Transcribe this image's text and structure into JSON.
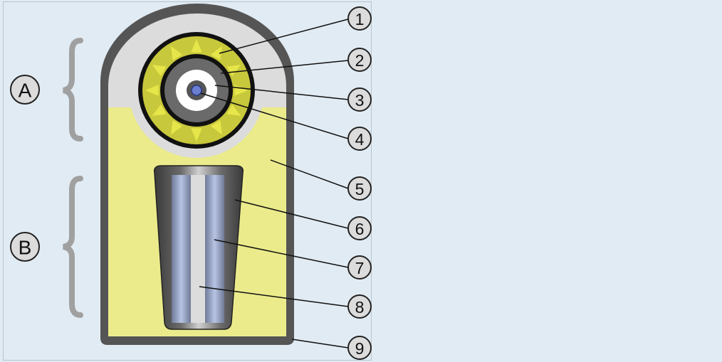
{
  "diagram": {
    "group_labels": [
      "A",
      "B"
    ],
    "callouts": [
      "1",
      "2",
      "3",
      "4",
      "5",
      "6",
      "7",
      "8",
      "9"
    ],
    "colors": {
      "background": "#e1ebf3",
      "casing": "#555555",
      "inner_light": "#dcdcdc",
      "filler": "#ebeb8c",
      "yellow_ring": "#c8c83c",
      "uranium": "#6a7fd0",
      "bracket": "#a0a0a0"
    }
  }
}
